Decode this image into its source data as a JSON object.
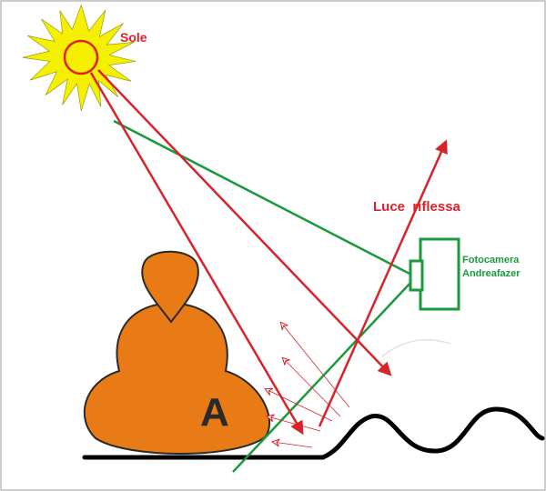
{
  "labels": {
    "sun": "Sole",
    "reflected_light": "Luce  riflessa",
    "camera_line1": "Fotocamera",
    "camera_line2": "Andreafazer",
    "figure_letter": "A"
  },
  "colors": {
    "sun_rays": "#f5f000",
    "sun_outline": "#e02020",
    "light_ray": "#d8232a",
    "camera": "#1a9a3c",
    "figure": "#e87b16",
    "figure_outline": "#2a2a2a",
    "ground": "#000000",
    "frame": "#7a7a7a"
  },
  "icons": {
    "sun": "sun-icon",
    "camera": "camera-icon",
    "figure": "seated-figure-icon"
  }
}
